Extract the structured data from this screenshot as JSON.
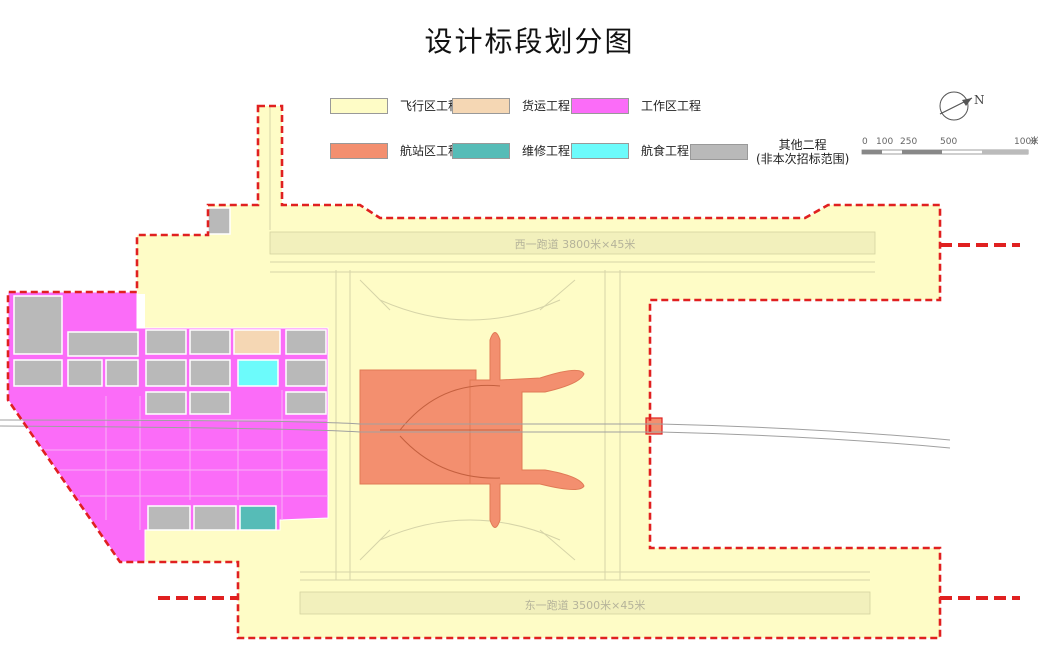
{
  "title": "设计标段划分图",
  "legend": [
    {
      "label": "飞行区工程",
      "color": "#fefcc6"
    },
    {
      "label": "货运工程",
      "color": "#f5d7b4"
    },
    {
      "label": "工作区工程",
      "color": "#fb6cf8"
    },
    {
      "label": "航站区工程",
      "color": "#f38f6f"
    },
    {
      "label": "维修工程",
      "color": "#56bcb7"
    },
    {
      "label": "航食工程",
      "color": "#6cfbfb"
    },
    {
      "label": "其他二程",
      "label2": "(非本次招标范围)",
      "color": "#b9b9b9"
    }
  ],
  "north_label": "N",
  "scale": {
    "ticks": [
      "0",
      "100",
      "250",
      "500",
      "1000"
    ],
    "unit": "米"
  },
  "runways": [
    {
      "label": "西一跑道 3800米×45米"
    },
    {
      "label": "东一跑道 3500米×45米"
    }
  ],
  "colors": {
    "boundary": "#e02020",
    "airfield": "#fefcc6",
    "grid_line": "#c8c8a0"
  }
}
